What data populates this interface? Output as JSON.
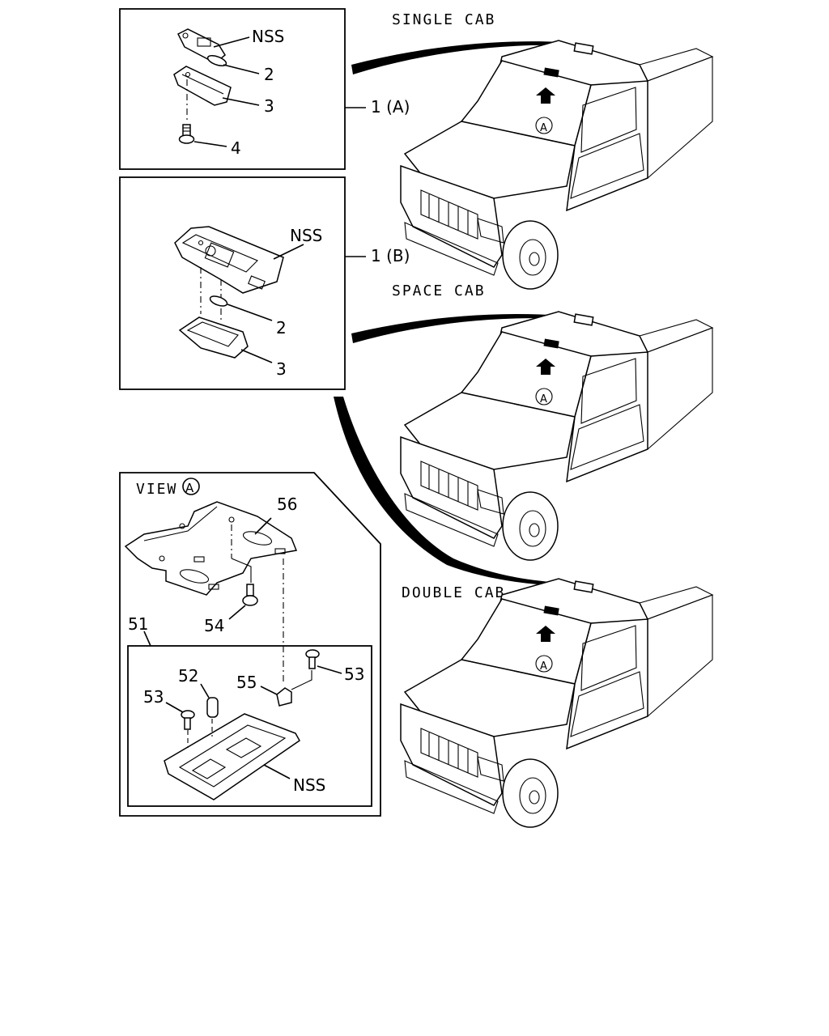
{
  "captions": {
    "single_cab": "SINGLE CAB",
    "space_cab": "SPACE CAB",
    "double_cab": "DOUBLE CAB",
    "view": "VIEW"
  },
  "view_marker": "A",
  "box_a": {
    "ref": "1 (A)",
    "labels": {
      "nss": "NSS",
      "p2": "2",
      "p3": "3",
      "p4": "4"
    }
  },
  "box_b": {
    "ref": "1 (B)",
    "labels": {
      "nss": "NSS",
      "p2": "2",
      "p3": "3"
    }
  },
  "box_c": {
    "labels": {
      "p56": "56",
      "p54": "54",
      "p51": "51",
      "p52": "52",
      "p53a": "53",
      "p53b": "53",
      "p55": "55",
      "nss": "NSS"
    }
  }
}
